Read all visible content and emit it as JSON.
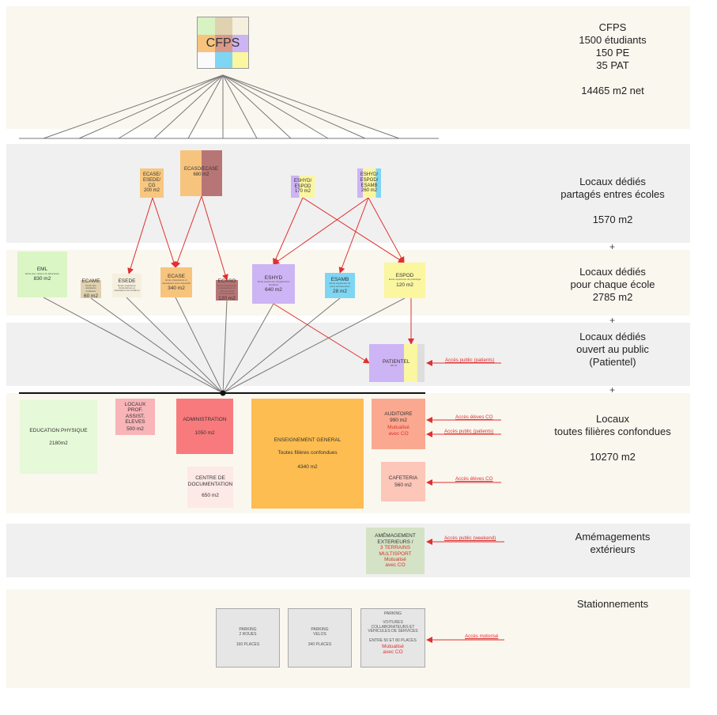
{
  "cfps": {
    "logo": "CFPS",
    "title": "CFPS",
    "line1": "1500 étudiants",
    "line2": "150 PE",
    "line3": "35 PAT",
    "area": "14465 m2 net"
  },
  "shared": {
    "title1": "Locaux dédiés",
    "title2": "partagés entres écoles",
    "area": "1570 m2",
    "boxes": {
      "ecase_esede_cg": {
        "l1": "ECASE/",
        "l2": "ESEDE/",
        "l3": "CG",
        "m": "200 m2"
      },
      "ecaso_ecase": {
        "l1": "ECASO/ECASE",
        "m": "680 m2"
      },
      "eshyd_espod": {
        "l1": "ESHYD/",
        "l2": "ESPOD",
        "m": "170 m2"
      },
      "eshyd_espod_esamb": {
        "l1": "ESHYD/",
        "l2": "ESPOD/",
        "l3": "ESAMB",
        "m": "260 m2"
      }
    }
  },
  "schools": {
    "title1": "Locaux dédiés",
    "title2": "pour chaque école",
    "area": "2785 m2",
    "boxes": {
      "eml": {
        "t": "EML",
        "s": "Ecole des métiers du laboratoire",
        "m": "830 m2"
      },
      "ecame": {
        "t": "ECAME",
        "s": "Ecole des assistants médicaux",
        "m": "60 m2"
      },
      "esede": {
        "t": "ESEDE",
        "s": "Ecole supérieure d'éducatrices et éducateurs de l'enfance"
      },
      "ecase": {
        "t": "ECASE",
        "s": "Ecole d'assistants et assistantes socio-éducatifs",
        "m": "340 m2"
      },
      "ecaso": {
        "t": "ECASO",
        "s": "Ecole d'assistants et assistantes en soins et santé communautaire",
        "m": "120 m2"
      },
      "eshyd": {
        "t": "ESHYD",
        "s": "Ecole supérieure d'hygiénistes dentaires",
        "m": "640 m2"
      },
      "esamb": {
        "t": "ESAMB",
        "s": "Ecole supérieure de soins ambulanciers",
        "m": "28 m2"
      },
      "espod": {
        "t": "ESPOD",
        "s": "Ecole supérieure de podologie",
        "m": "120 m2"
      }
    }
  },
  "public": {
    "title1": "Locaux dédiés",
    "title2": "ouvert au public",
    "title3": "(Patientel)",
    "patientel": {
      "t": "PATIENTEL",
      "m": "68 m2"
    },
    "access": "Accès public (patients)"
  },
  "common": {
    "title1": "Locaux",
    "title2": "toutes filières confondues",
    "area": "10270 m2",
    "boxes": {
      "education": {
        "t": "EDUCATION  PHYSIQUE",
        "m": "2180m2"
      },
      "locaux_prof": {
        "l1": "LOCAUX",
        "l2": "PROF.",
        "l3": "ASSIST.",
        "l4": "ELEVES",
        "m": "500 m2"
      },
      "administration": {
        "t": "ADMINISTRATION",
        "m": "1050 m2"
      },
      "documentation": {
        "l1": "CENTRE DE",
        "l2": "DOCUMENTATION",
        "m": "650 m2"
      },
      "enseignement": {
        "t": "ENSEIGNEMENT GENERAL",
        "s": "Toutes filières confondues",
        "m": "4340 m2"
      },
      "auditoire": {
        "t": "AUDITOIRE",
        "m": "990 m2",
        "r1": "Mutualisé",
        "r2": "avec CO"
      },
      "cafeteria": {
        "t": "CAFETERIA",
        "m": "560 m2"
      }
    },
    "access_auditoire": "Accès élèves CO",
    "access_public": "Accès public (patients)",
    "access_cafeteria": "Accès élèves CO"
  },
  "exterior": {
    "title1": "Amémagements",
    "title2": "extérieurs",
    "box": {
      "l1": "AMÉMAGEMENT",
      "l2": "EXTERIEURS /",
      "r1": "3 TERRAINS",
      "r2": "MULTISPORT",
      "r3": "Mutualisé",
      "r4": "avec CO"
    },
    "access": "Accès public (weekend)"
  },
  "parking": {
    "title": "Stationnements",
    "p1": {
      "l1": "PARKING",
      "l2": "2 ROUES",
      "r": "160 PLACES"
    },
    "p2": {
      "l1": "PARKING",
      "l2": "VELOS",
      "r": "340 PLACES"
    },
    "p3": {
      "l1": "PARKING",
      "l2": "VOITURES",
      "l3": "COLLABORATEURS ET",
      "l4": "VEHICULES DE SERVICES",
      "r1": "ENTRE 50 ET 80 PLACES",
      "r2": "Mutualisé",
      "r3": "avec CO"
    },
    "access": "Accès motorisé"
  },
  "plus": "+",
  "colors": {
    "band_cream": "#faf7ef",
    "band_grey": "#f0f0f0",
    "arrow": "#e03030",
    "line": "#777777"
  }
}
